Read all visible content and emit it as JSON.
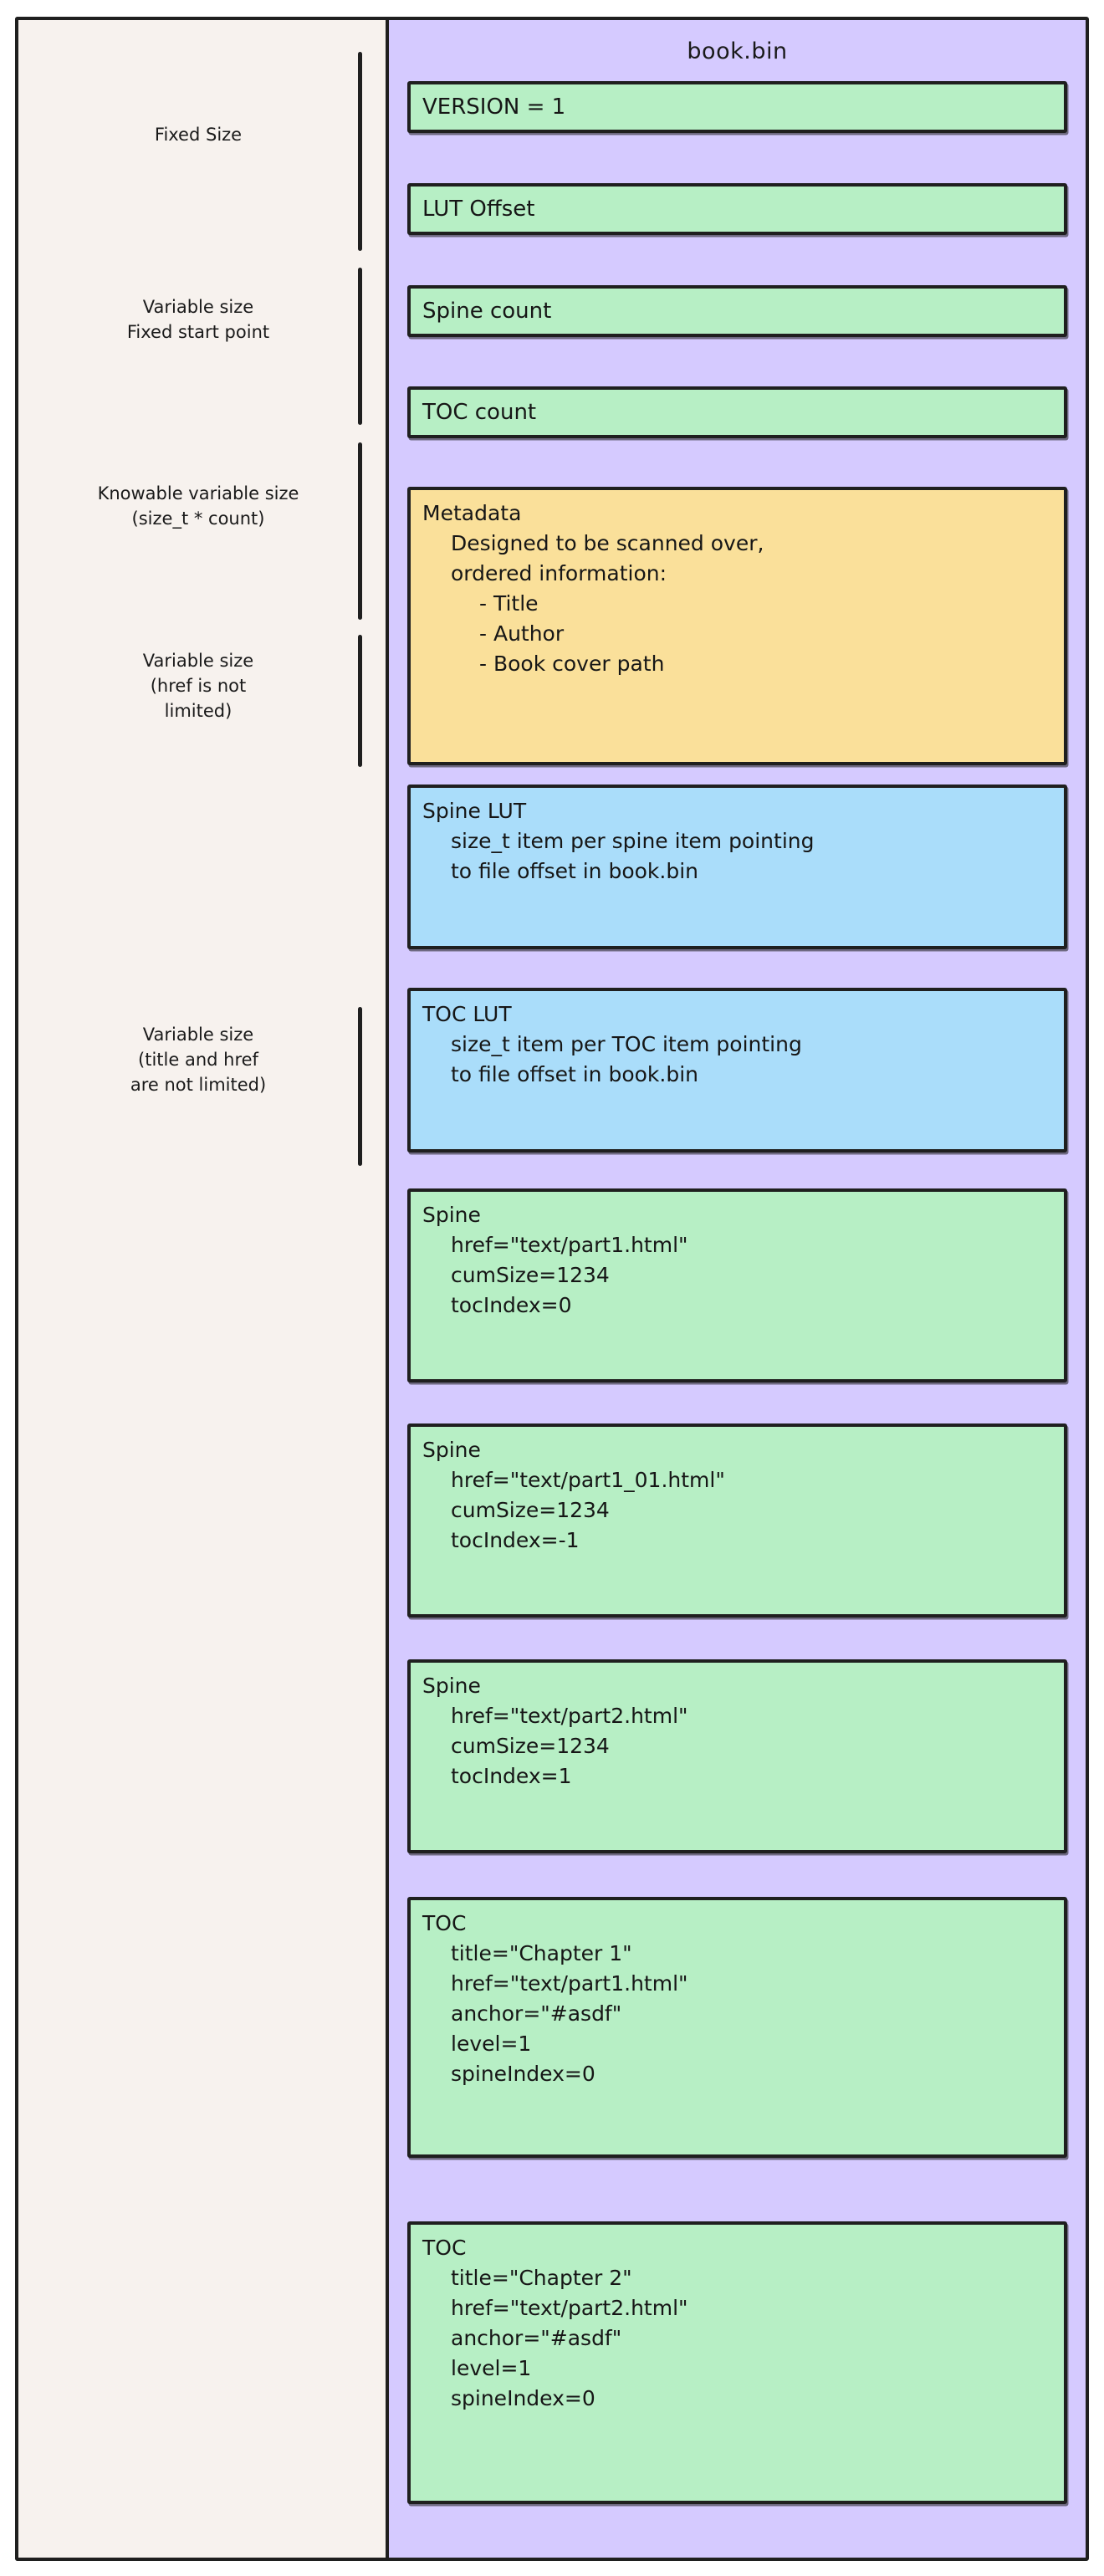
{
  "file": {
    "title": "book.bin"
  },
  "annotations": [
    {
      "id": "fixed-size",
      "lines": [
        "Fixed Size"
      ]
    },
    {
      "id": "variable-fixed-start",
      "lines": [
        "Variable size",
        "Fixed start point"
      ]
    },
    {
      "id": "knowable-variable",
      "lines": [
        "Knowable variable size",
        "(size_t * count)"
      ]
    },
    {
      "id": "variable-href",
      "lines": [
        "Variable size",
        "(href is not",
        "limited)"
      ]
    },
    {
      "id": "variable-title-href",
      "lines": [
        "Variable size",
        "(title and href",
        "are not limited)"
      ]
    }
  ],
  "blocks": [
    {
      "id": "version",
      "color": "green",
      "single": true,
      "lines": [
        {
          "text": "VERSION = 1",
          "indent": 0
        }
      ]
    },
    {
      "id": "lut-offset",
      "color": "green",
      "single": true,
      "lines": [
        {
          "text": "LUT Offset",
          "indent": 0
        }
      ]
    },
    {
      "id": "spine-count",
      "color": "green",
      "single": true,
      "lines": [
        {
          "text": "Spine count",
          "indent": 0
        }
      ]
    },
    {
      "id": "toc-count",
      "color": "green",
      "single": true,
      "lines": [
        {
          "text": "TOC count",
          "indent": 0
        }
      ]
    },
    {
      "id": "metadata",
      "color": "yellow",
      "single": false,
      "lines": [
        {
          "text": "Metadata",
          "indent": 0
        },
        {
          "text": "Designed to be scanned over,",
          "indent": 1
        },
        {
          "text": "ordered information:",
          "indent": 1
        },
        {
          "text": "- Title",
          "indent": 2
        },
        {
          "text": "- Author",
          "indent": 2
        },
        {
          "text": "- Book cover path",
          "indent": 2
        }
      ]
    },
    {
      "id": "spine-lut",
      "color": "blue",
      "single": false,
      "lines": [
        {
          "text": "Spine LUT",
          "indent": 0
        },
        {
          "text": "size_t item per spine item pointing",
          "indent": 1
        },
        {
          "text": "to file offset in book.bin",
          "indent": 1
        }
      ]
    },
    {
      "id": "toc-lut",
      "color": "blue",
      "single": false,
      "lines": [
        {
          "text": "TOC LUT",
          "indent": 0
        },
        {
          "text": "size_t item per TOC item pointing",
          "indent": 1
        },
        {
          "text": "to file offset in book.bin",
          "indent": 1
        }
      ]
    },
    {
      "id": "spine-1",
      "color": "green",
      "single": false,
      "lines": [
        {
          "text": "Spine",
          "indent": 0
        },
        {
          "text": "href=\"text/part1.html\"",
          "indent": 1
        },
        {
          "text": "cumSize=1234",
          "indent": 1
        },
        {
          "text": "tocIndex=0",
          "indent": 1
        }
      ]
    },
    {
      "id": "spine-2",
      "color": "green",
      "single": false,
      "lines": [
        {
          "text": "Spine",
          "indent": 0
        },
        {
          "text": "href=\"text/part1_01.html\"",
          "indent": 1
        },
        {
          "text": "cumSize=1234",
          "indent": 1
        },
        {
          "text": "tocIndex=-1",
          "indent": 1
        }
      ]
    },
    {
      "id": "spine-3",
      "color": "green",
      "single": false,
      "lines": [
        {
          "text": "Spine",
          "indent": 0
        },
        {
          "text": "href=\"text/part2.html\"",
          "indent": 1
        },
        {
          "text": "cumSize=1234",
          "indent": 1
        },
        {
          "text": "tocIndex=1",
          "indent": 1
        }
      ]
    },
    {
      "id": "toc-1",
      "color": "green",
      "single": false,
      "lines": [
        {
          "text": "TOC",
          "indent": 0
        },
        {
          "text": "title=\"Chapter 1\"",
          "indent": 1
        },
        {
          "text": "href=\"text/part1.html\"",
          "indent": 1
        },
        {
          "text": "anchor=\"#asdf\"",
          "indent": 1
        },
        {
          "text": "level=1",
          "indent": 1
        },
        {
          "text": "spineIndex=0",
          "indent": 1
        }
      ]
    },
    {
      "id": "toc-2",
      "color": "green",
      "single": false,
      "lines": [
        {
          "text": "TOC",
          "indent": 0
        },
        {
          "text": "title=\"Chapter 2\"",
          "indent": 1
        },
        {
          "text": "href=\"text/part2.html\"",
          "indent": 1
        },
        {
          "text": "anchor=\"#asdf\"",
          "indent": 1
        },
        {
          "text": "level=1",
          "indent": 1
        },
        {
          "text": "spineIndex=0",
          "indent": 1
        }
      ]
    }
  ],
  "colors": {
    "page_background": "#ffffff",
    "left_panel": "#f7f2ee",
    "file_panel": "#d5caff",
    "green_box": "#b7efc5",
    "yellow_box": "#fae09a",
    "blue_box": "#aaddfa",
    "stroke": "#1f1f1f"
  }
}
